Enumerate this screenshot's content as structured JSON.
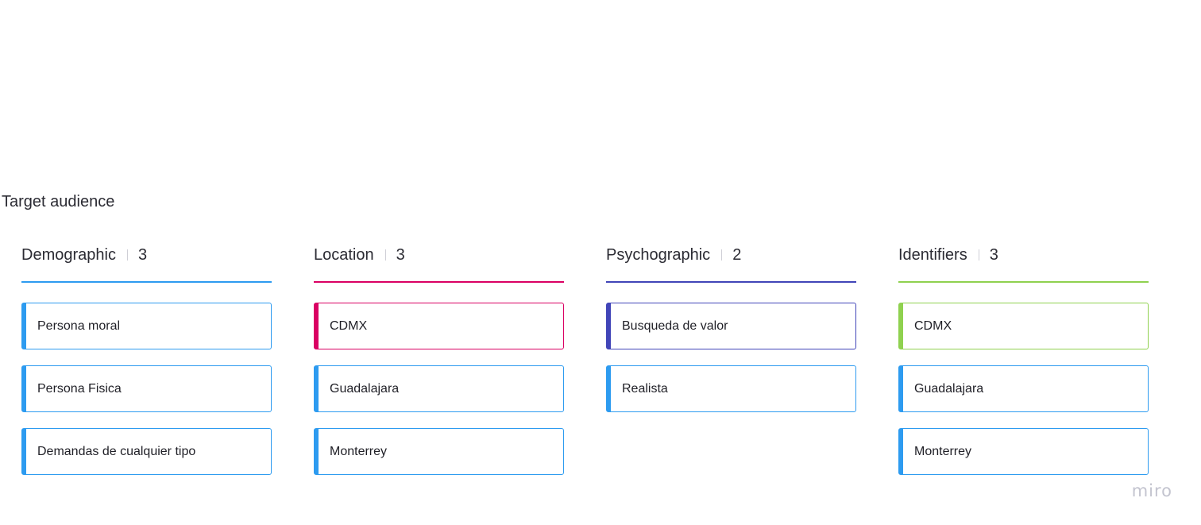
{
  "board": {
    "title": "Target audience"
  },
  "columns": [
    {
      "title": "Demographic",
      "count": "3",
      "accent": "#2d9bf0",
      "cards": [
        {
          "label": "Persona moral",
          "color": "#2d9bf0"
        },
        {
          "label": "Persona Fisica",
          "color": "#2d9bf0"
        },
        {
          "label": "Demandas de cualquier tipo",
          "color": "#2d9bf0"
        }
      ]
    },
    {
      "title": "Location",
      "count": "3",
      "accent": "#da0063",
      "cards": [
        {
          "label": "CDMX",
          "color": "#da0063"
        },
        {
          "label": "Guadalajara",
          "color": "#2d9bf0"
        },
        {
          "label": "Monterrey",
          "color": "#2d9bf0"
        }
      ]
    },
    {
      "title": "Psychographic",
      "count": "2",
      "accent": "#4145b8",
      "cards": [
        {
          "label": "Busqueda de valor",
          "color": "#4145b8"
        },
        {
          "label": "Realista",
          "color": "#2d9bf0"
        }
      ]
    },
    {
      "title": "Identifiers",
      "count": "3",
      "accent": "#8fd14f",
      "cards": [
        {
          "label": "CDMX",
          "color": "#8fd14f"
        },
        {
          "label": "Guadalajara",
          "color": "#2d9bf0"
        },
        {
          "label": "Monterrey",
          "color": "#2d9bf0"
        }
      ]
    }
  ],
  "branding": {
    "logo_text": "miro",
    "logo_color": "#c3c4cf"
  }
}
